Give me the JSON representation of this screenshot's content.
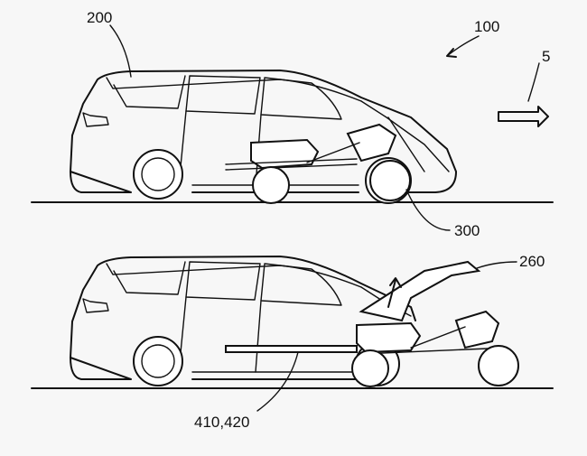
{
  "labels": {
    "system": "100",
    "direction": "5",
    "vehicle": "200",
    "robot": "300",
    "hatch": "260",
    "rails": "410,420"
  }
}
